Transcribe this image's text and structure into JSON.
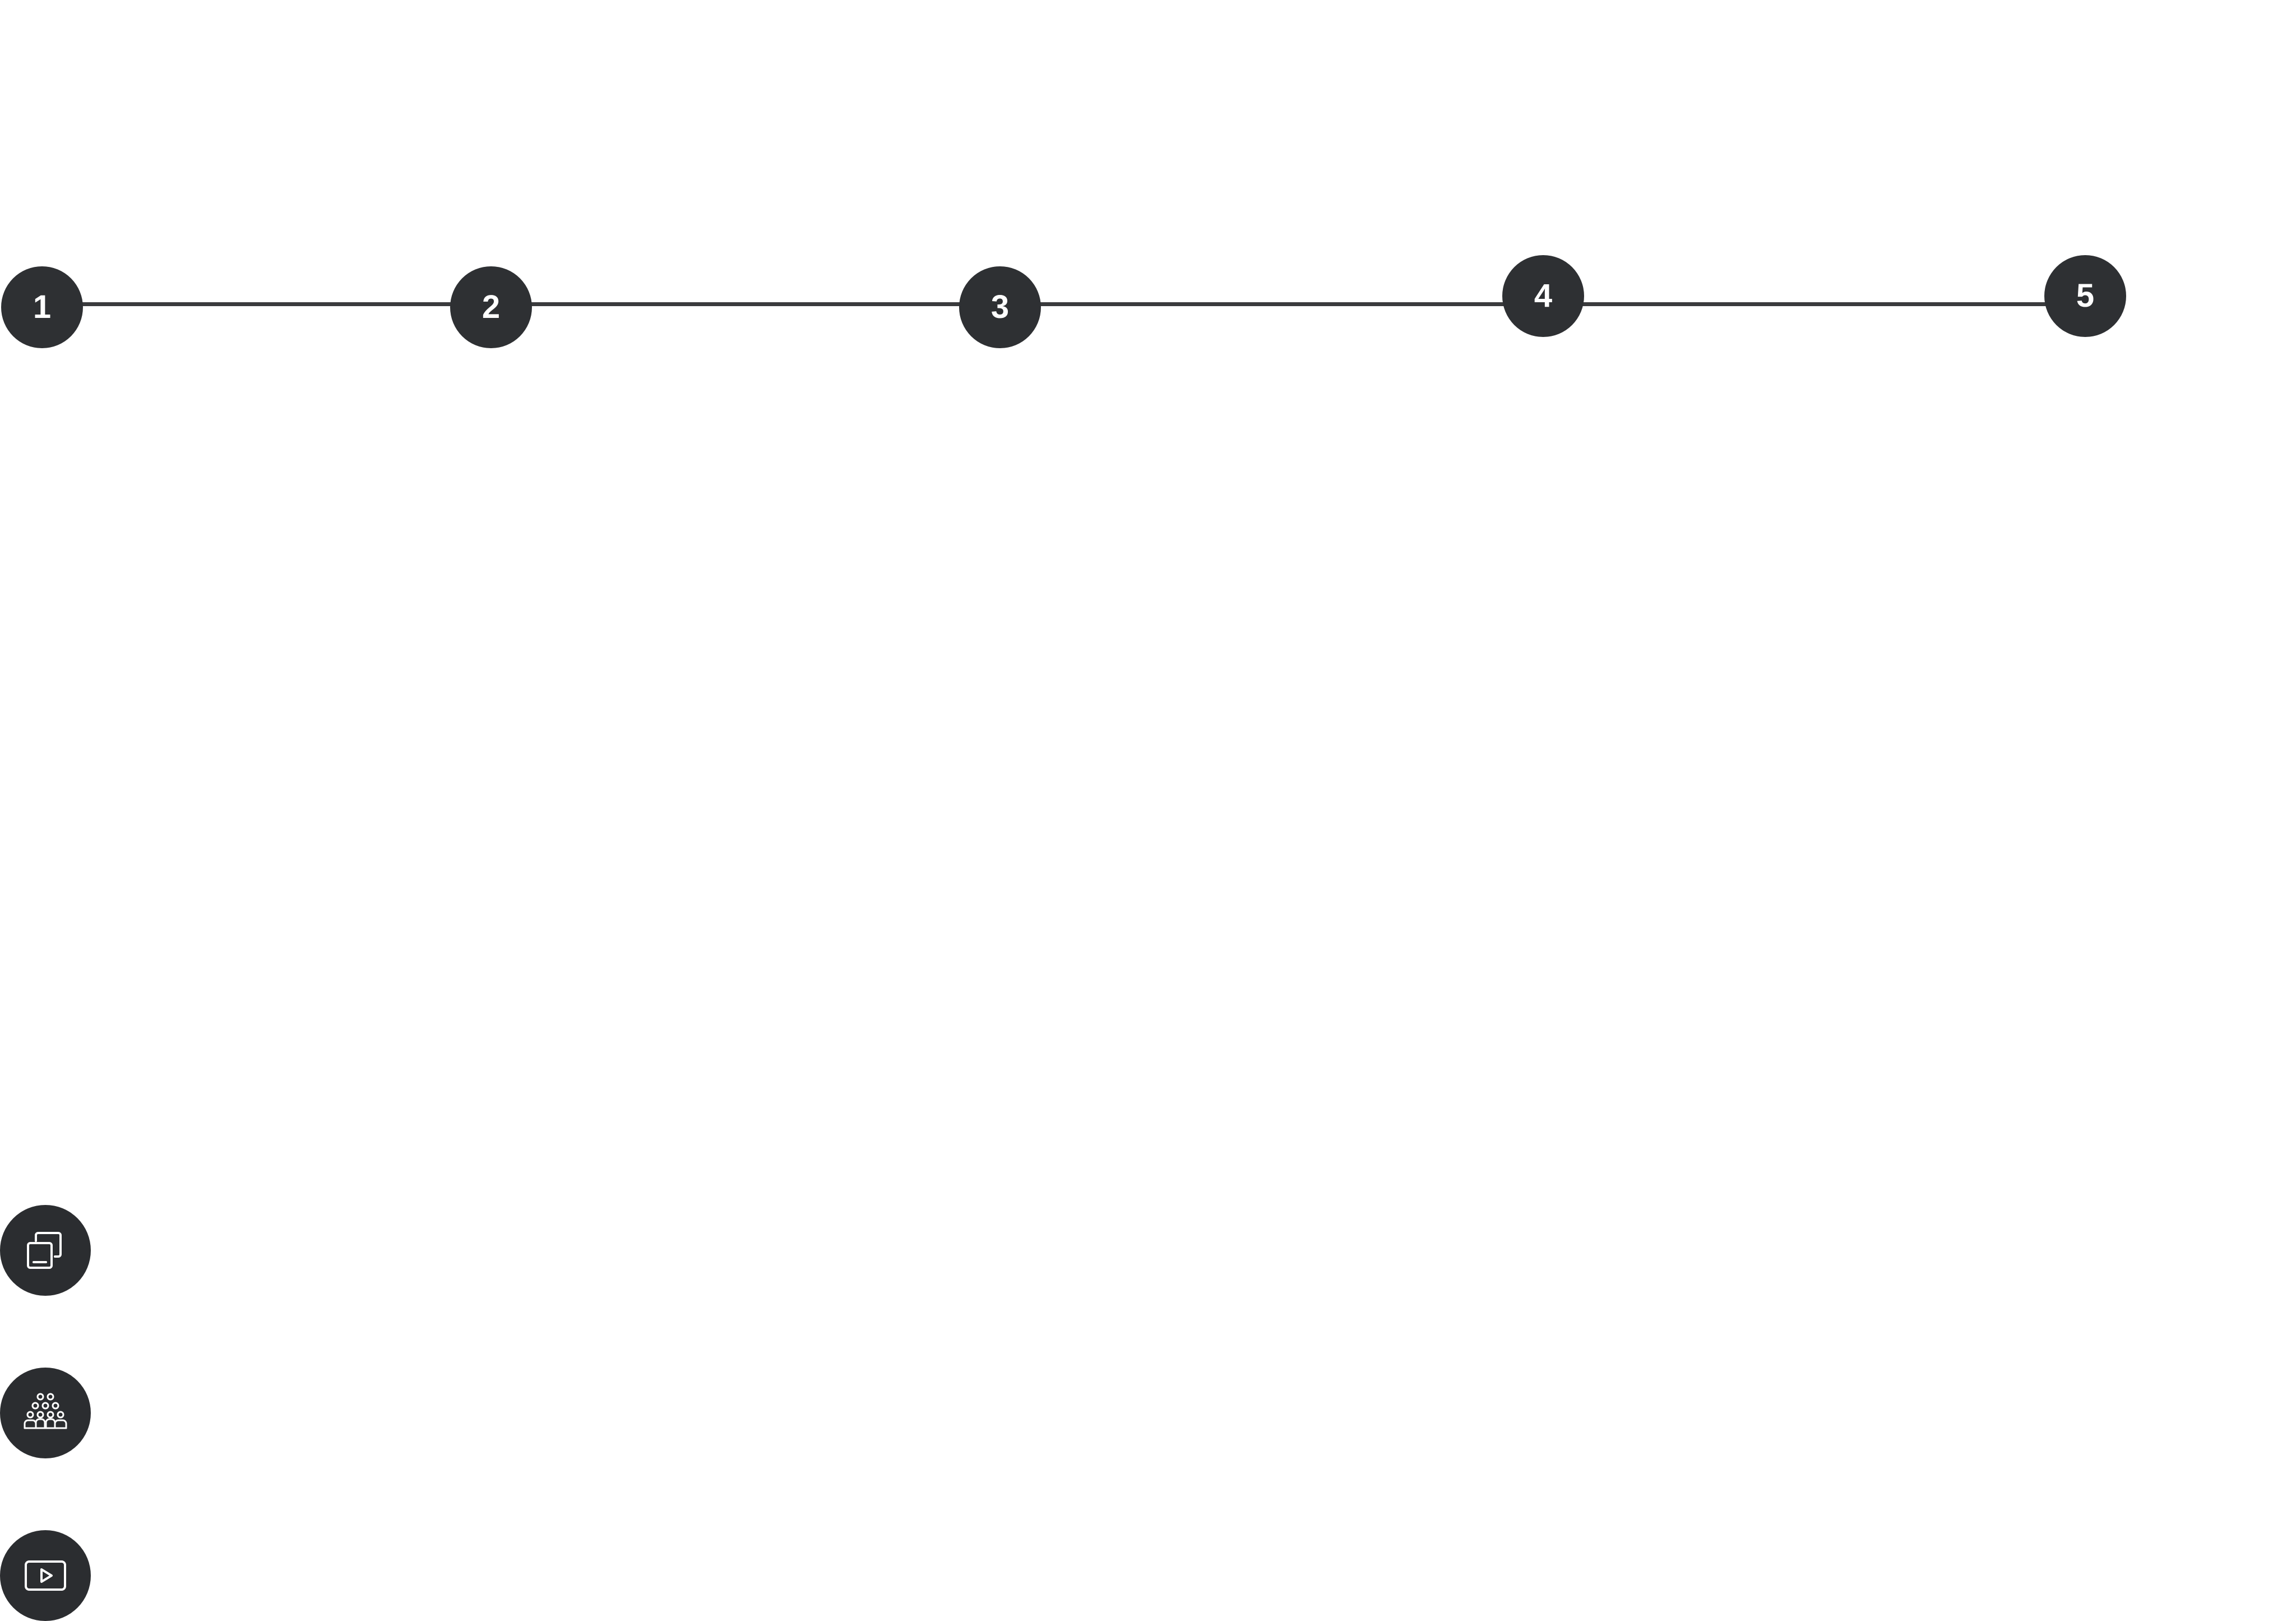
{
  "stepper": {
    "steps": [
      {
        "label": "1"
      },
      {
        "label": "2"
      },
      {
        "label": "3"
      },
      {
        "label": "4"
      },
      {
        "label": "5"
      }
    ]
  },
  "icon_buttons": [
    {
      "icon": "copy-layers-icon"
    },
    {
      "icon": "audience-group-icon"
    },
    {
      "icon": "video-play-icon"
    }
  ],
  "colors": {
    "step_fill": "#2e3033",
    "line": "#3a3b3d",
    "icon_stroke": "#ffffff"
  }
}
